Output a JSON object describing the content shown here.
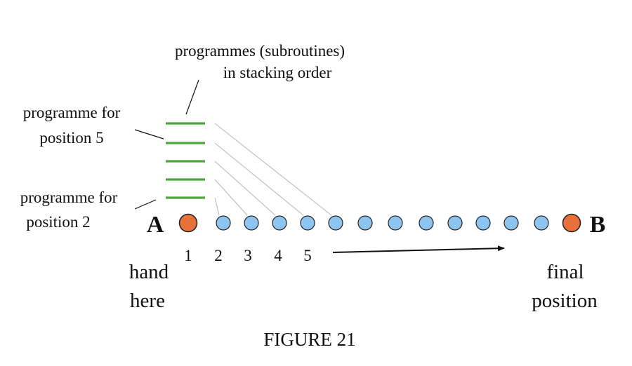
{
  "labels": {
    "top_line1": "programmes (subroutines)",
    "top_line2": "in stacking order",
    "prog5_line1": "programme for",
    "prog5_line2": "position 5",
    "prog2_line1": "programme for",
    "prog2_line2": "position 2",
    "point_a": "A",
    "point_b": "B",
    "hand_line1": "hand",
    "hand_line2": "here",
    "final_line1": "final",
    "final_line2": "position",
    "caption": "FIGURE 21"
  },
  "position_numbers": [
    "1",
    "2",
    "3",
    "4",
    "5"
  ],
  "counts": {
    "blue_dots": 12,
    "stack_bars": 5
  },
  "colors": {
    "endpoint": "#E8703A",
    "dot": "#8EC5F0",
    "stack_bar": "#4CA63C",
    "connector": "#C8C8C8",
    "ink": "#111111"
  }
}
